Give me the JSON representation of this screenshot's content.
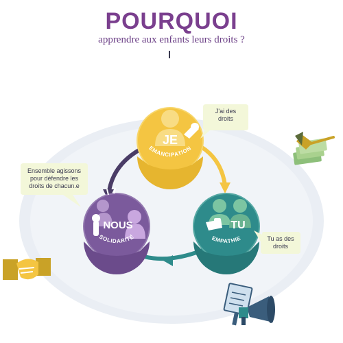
{
  "header": {
    "title": "POURQUOI",
    "subtitle": "apprendre aux enfants leurs droits ?"
  },
  "circles": {
    "je": {
      "word": "JE",
      "label": "EMANCIPATION",
      "color": "#f4c542"
    },
    "nous": {
      "word": "NOUS",
      "label": "SOLIDARITÉ",
      "color": "#7b5a9c"
    },
    "tu": {
      "word": "TU",
      "label": "EMPATHIE",
      "color": "#2e8b8b"
    }
  },
  "bubbles": {
    "je": [
      "J'ai des",
      "droits"
    ],
    "nous": [
      "Ensemble agissons",
      "pour défendre les",
      "droits de chacun.e"
    ],
    "tu": [
      "Tu as des",
      "droits"
    ]
  },
  "colors": {
    "cloud": "#eaeef4",
    "bubble": "#f3f7d9",
    "dark": "#3a3a50",
    "yellow_arrow": "#f4c542",
    "teal_arrow": "#2e8b8b",
    "purple_arrow": "#4a3c66"
  },
  "icons": [
    "handshake-icon",
    "megaphone-icon",
    "money-shovel-icon"
  ]
}
